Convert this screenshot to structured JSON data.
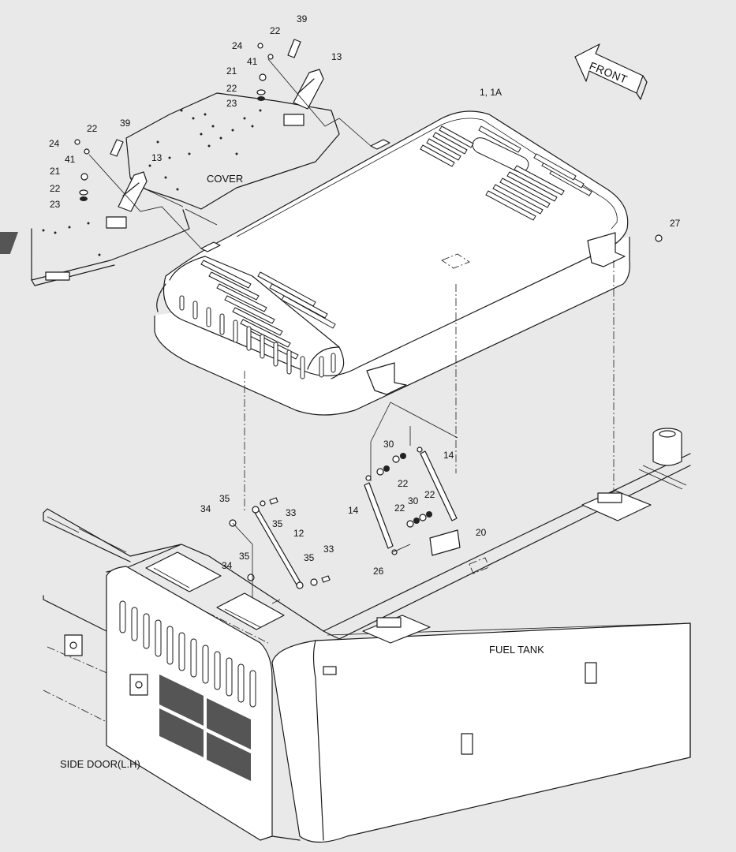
{
  "diagram": {
    "orientation_label": "FRONT",
    "component_labels": {
      "cover": "COVER",
      "fuel_tank": "FUEL TANK",
      "side_door": "SIDE DOOR(L.H)"
    },
    "callouts": [
      {
        "id": "c39a",
        "text": "39"
      },
      {
        "id": "c22a",
        "text": "22"
      },
      {
        "id": "c24a",
        "text": "24"
      },
      {
        "id": "c41a",
        "text": "41"
      },
      {
        "id": "c13a",
        "text": "13"
      },
      {
        "id": "c21a",
        "text": "21"
      },
      {
        "id": "c22b",
        "text": "22"
      },
      {
        "id": "c23a",
        "text": "23"
      },
      {
        "id": "c1",
        "text": "1, 1A"
      },
      {
        "id": "c22c",
        "text": "22"
      },
      {
        "id": "c39b",
        "text": "39"
      },
      {
        "id": "c24b",
        "text": "24"
      },
      {
        "id": "c41b",
        "text": "41"
      },
      {
        "id": "c13b",
        "text": "13"
      },
      {
        "id": "c21b",
        "text": "21"
      },
      {
        "id": "c22d",
        "text": "22"
      },
      {
        "id": "c23b",
        "text": "23"
      },
      {
        "id": "c27",
        "text": "27"
      },
      {
        "id": "c30a",
        "text": "30"
      },
      {
        "id": "c14a",
        "text": "14"
      },
      {
        "id": "c22e",
        "text": "22"
      },
      {
        "id": "c14b",
        "text": "14"
      },
      {
        "id": "c22f",
        "text": "22"
      },
      {
        "id": "c30b",
        "text": "30"
      },
      {
        "id": "c22g",
        "text": "22"
      },
      {
        "id": "c20",
        "text": "20"
      },
      {
        "id": "c26",
        "text": "26"
      },
      {
        "id": "c35a",
        "text": "35"
      },
      {
        "id": "c34a",
        "text": "34"
      },
      {
        "id": "c33a",
        "text": "33"
      },
      {
        "id": "c35b",
        "text": "35"
      },
      {
        "id": "c12",
        "text": "12"
      },
      {
        "id": "c35c",
        "text": "35"
      },
      {
        "id": "c34b",
        "text": "34"
      },
      {
        "id": "c33b",
        "text": "33"
      },
      {
        "id": "c35d",
        "text": "35"
      }
    ]
  }
}
